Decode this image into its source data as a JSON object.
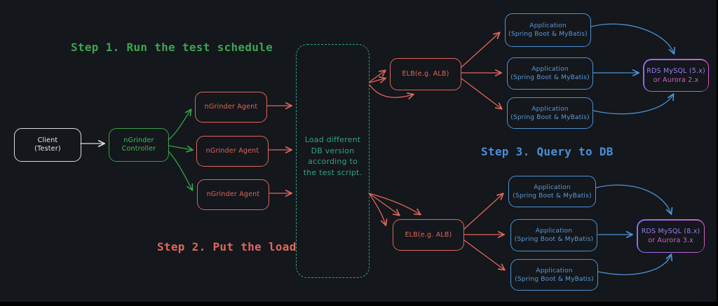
{
  "steps": {
    "step1": {
      "label": "Step 1. Run the test schedule",
      "color": "#3ca352"
    },
    "step2": {
      "label": "Step 2. Put the load",
      "color": "#e0655c"
    },
    "step3": {
      "label": "Step 3. Query to DB",
      "color": "#4a8ed6"
    }
  },
  "nodes": {
    "client": {
      "lines": [
        "Client",
        "(Tester)"
      ],
      "color": "#ececec"
    },
    "controller": {
      "lines": [
        "nGrinder",
        "Controller"
      ],
      "color": "#46bb63"
    },
    "agents": [
      "nGrinder Agent",
      "nGrinder Agent",
      "nGrinder Agent"
    ],
    "note": {
      "lines": [
        "Load different",
        "DB version",
        "according to",
        "the test script."
      ],
      "color": "#33a285"
    },
    "elb_top": {
      "label": "ELB(e.g. ALB)"
    },
    "elb_bottom": {
      "label": "ELB(e.g. ALB)"
    },
    "apps": [
      {
        "lines": [
          "Application",
          "(Spring Boot & MyBatis)"
        ]
      },
      {
        "lines": [
          "Application",
          "(Spring Boot & MyBatis)"
        ]
      },
      {
        "lines": [
          "Application",
          "(Spring Boot & MyBatis)"
        ]
      },
      {
        "lines": [
          "Application",
          "(Spring Boot & MyBatis)"
        ]
      },
      {
        "lines": [
          "Application",
          "(Spring Boot & MyBatis)"
        ]
      },
      {
        "lines": [
          "Application",
          "(Spring Boot & MyBatis)"
        ]
      }
    ],
    "rds_top": {
      "lines": [
        "RDS MySQL (5.x)",
        "or Aurora 2.x"
      ]
    },
    "rds_bottom": {
      "lines": [
        "RDS MySQL (8.x)",
        "or Aurora 3.x"
      ]
    }
  },
  "colors": {
    "background": "#14171b",
    "agent_red": "#e0655c",
    "controller_green": "#35a14c",
    "app_blue": "#4e92d6",
    "note_teal": "#33a285",
    "client_white": "#dcdcdc",
    "rds_violet": "#9b7df2",
    "rds_magenta": "#cd62c5"
  }
}
